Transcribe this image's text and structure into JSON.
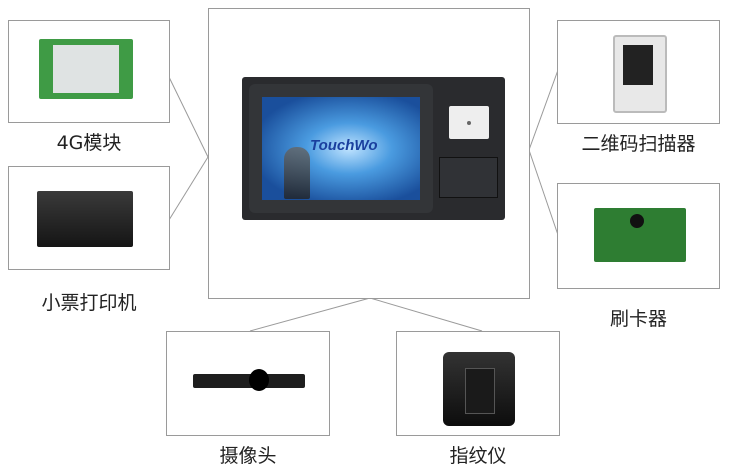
{
  "center": {
    "brand": "TouchWo"
  },
  "modules": {
    "lte": "4G模块",
    "printer": "小票打印机",
    "scanner": "二维码扫描器",
    "card_reader": "刷卡器",
    "camera": "摄像头",
    "fingerprint": "指纹仪"
  },
  "colors": {
    "line": "#9a9a9a",
    "device": "#2a2b2e",
    "screen": "#1f5fb0",
    "pcb_green": "#2e7d32"
  }
}
